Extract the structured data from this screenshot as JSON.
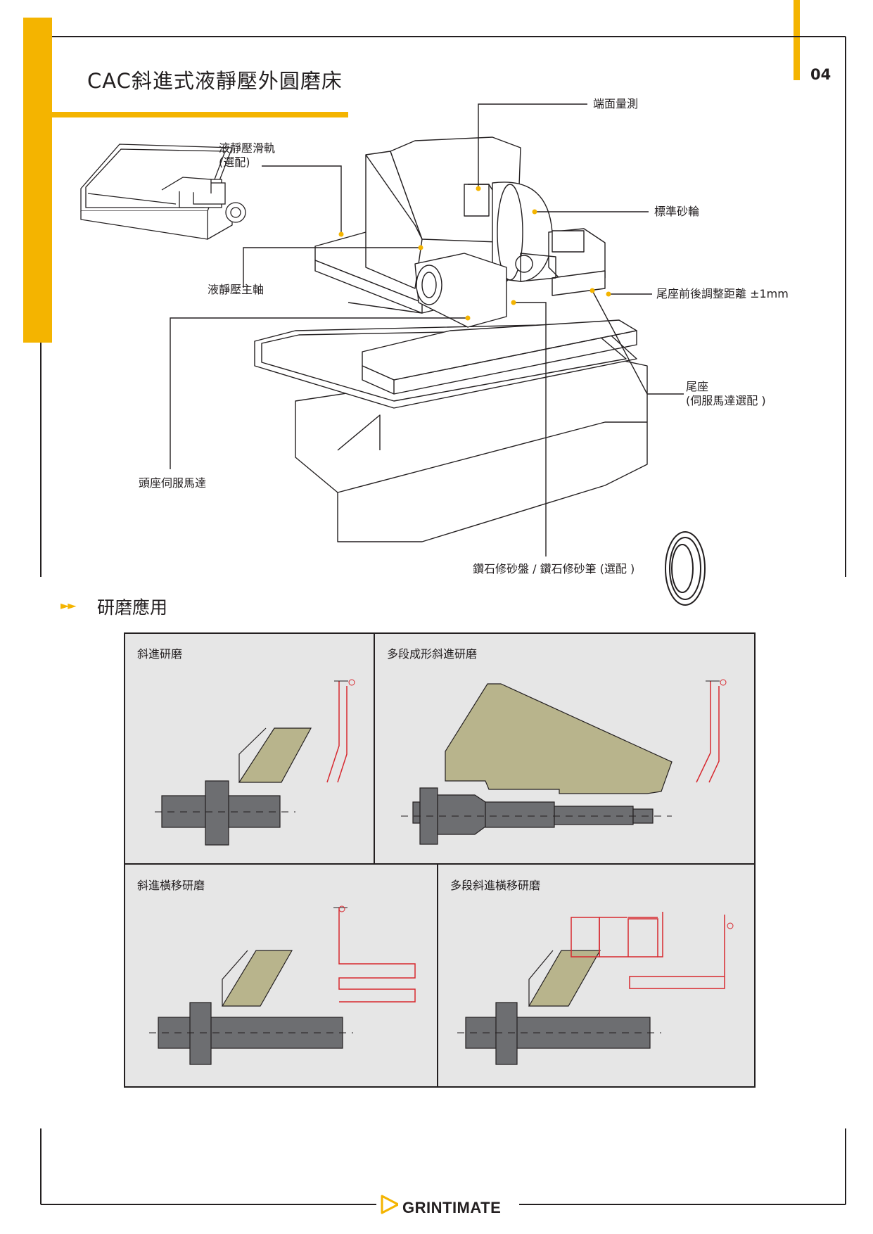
{
  "page": {
    "title": "CAC斜進式液靜壓外圓磨床",
    "page_number": "04",
    "accent_color": "#f4b400",
    "frame_color": "#231f20"
  },
  "machine_callouts": {
    "end_measure": "端面量測",
    "hydrostatic_slide": "液靜壓滑軌\n(選配)",
    "standard_wheel": "標準砂輪",
    "hydrostatic_spindle": "液靜壓主軸",
    "tailstock_adjust": "尾座前後調整距離 ±1mm",
    "tailstock": "尾座\n(伺服馬達選配 )",
    "headstock_motor": "頭座伺服馬達",
    "diamond_dresser": "鑽石修砂盤 / 鑽石修砂筆 (選配 )"
  },
  "section": {
    "arrows": "►►",
    "title": "研磨應用"
  },
  "applications": [
    {
      "label": "斜進研磨"
    },
    {
      "label": "多段成形斜進研磨"
    },
    {
      "label": "斜進橫移研磨"
    },
    {
      "label": "多段斜進橫移研磨"
    }
  ],
  "colors": {
    "panel_bg": "#e6e6e6",
    "workpiece": "#6d6e71",
    "wheel": "#b8b48c",
    "path": "#d7282f"
  },
  "footer": {
    "brand": "GRINTIMATE",
    "logo_icon": "triangle-play-icon"
  }
}
